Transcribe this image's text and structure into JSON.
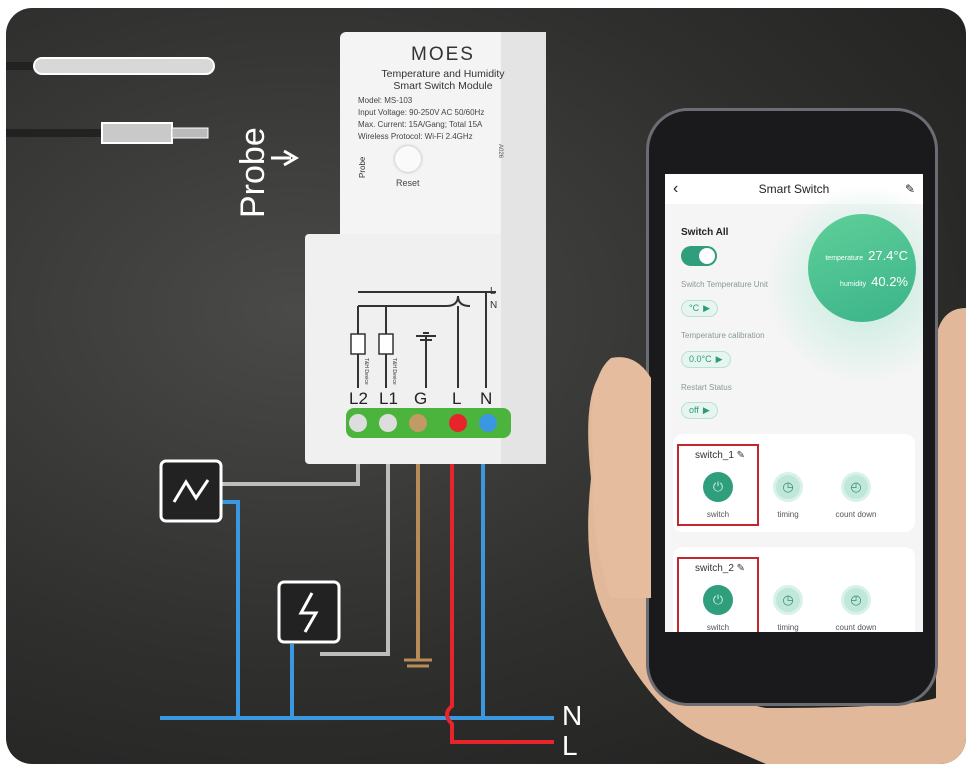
{
  "probe": {
    "label": "Probe"
  },
  "module": {
    "brand": "MOES",
    "title1": "Temperature and Humidity",
    "title2": "Smart Switch Module",
    "model": "Model: MS-103",
    "voltage": "Input Voltage: 90-250V AC 50/60Hz",
    "current": "Max. Current: 15A/Gang; Total 15A",
    "protocol": "Wireless Protocol: Wi-Fi 2.4GHz",
    "reset": "Reset",
    "probe_port": "Probe",
    "code": "A026",
    "diagram": {
      "line_l": "L",
      "line_n": "N",
      "device1": "T&H Device",
      "device2": "T&H Device"
    },
    "terminals": [
      "L2",
      "L1",
      "G",
      "L",
      "N"
    ]
  },
  "mains": {
    "n": "N",
    "l": "L"
  },
  "colors": {
    "live": "#e8242b",
    "neutral": "#3a97e0",
    "ground": "#b88c57",
    "load": "#bdbdbd",
    "accent": "#2f9e7c"
  },
  "app": {
    "title": "Smart Switch",
    "switch_all": "Switch All",
    "switch_all_on": true,
    "temperature_label": "temperature",
    "temperature": "27.4°C",
    "humidity_label": "humidity",
    "humidity": "40.2%",
    "unit_label": "Switch Temperature Unit",
    "unit_value": "°C",
    "calib_label": "Temperature calibration",
    "calib_value": "0.0°C",
    "restart_label": "Restart Status",
    "restart_value": "off",
    "switches": [
      {
        "name": "switch_1",
        "b1": "switch",
        "b2": "timing",
        "b3": "count down"
      },
      {
        "name": "switch_2",
        "b1": "switch",
        "b2": "timing",
        "b3": "count down"
      }
    ]
  }
}
